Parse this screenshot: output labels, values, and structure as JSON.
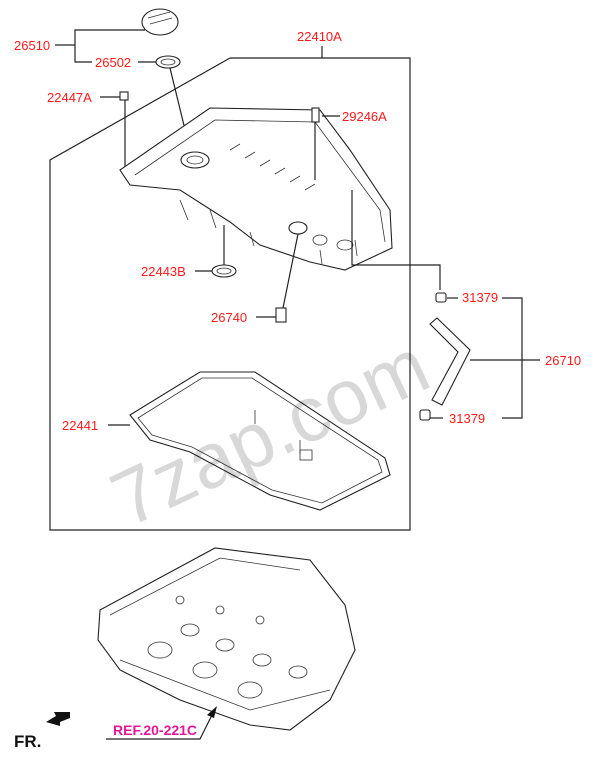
{
  "watermark": "7zap.com",
  "parts": {
    "p26510": "26510",
    "p26502": "26502",
    "p22410A": "22410A",
    "p22447A": "22447A",
    "p29246A": "29246A",
    "p22443B": "22443B",
    "p26740": "26740",
    "p31379_top": "31379",
    "p26710": "26710",
    "p22441": "22441",
    "p31379_bottom": "31379"
  },
  "reference": "REF.20-221C",
  "front_label": "FR.",
  "colors": {
    "part_label": "#ff1a1a",
    "reference": "#e0189a"
  }
}
